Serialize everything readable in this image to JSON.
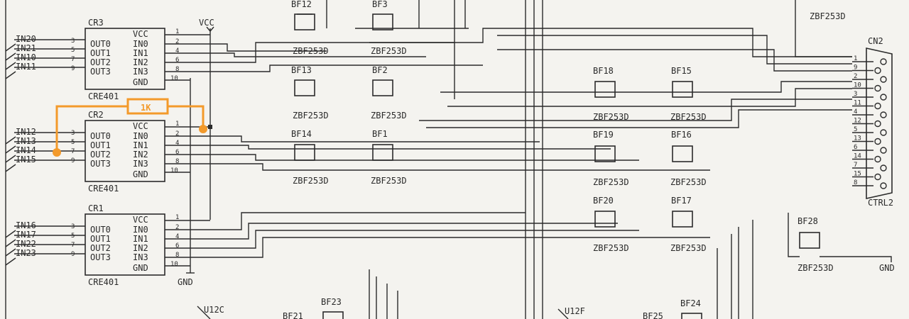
{
  "power": {
    "vcc": "VCC",
    "gnd": "GND"
  },
  "chips": [
    {
      "ref": "CR3",
      "part": "CRE401",
      "inputs": [
        "IN20",
        "IN21",
        "IN10",
        "IN11"
      ],
      "in_pins": [
        "3",
        "5",
        "7",
        "9"
      ],
      "left_labels": [
        "OUT0",
        "OUT1",
        "OUT2",
        "OUT3"
      ],
      "right_labels": [
        "VCC",
        "IN0",
        "IN1",
        "IN2",
        "IN3",
        "GND"
      ],
      "right_pins": [
        "1",
        "2",
        "4",
        "6",
        "8",
        "10"
      ]
    },
    {
      "ref": "CR2",
      "part": "CRE401",
      "inputs": [
        "IN12",
        "IN13",
        "IN14",
        "IN15"
      ],
      "in_pins": [
        "3",
        "5",
        "7",
        "9"
      ],
      "left_labels": [
        "OUT0",
        "OUT1",
        "OUT2",
        "OUT3"
      ],
      "right_labels": [
        "VCC",
        "IN0",
        "IN1",
        "IN2",
        "IN3",
        "GND"
      ],
      "right_pins": [
        "1",
        "2",
        "4",
        "6",
        "8",
        "10"
      ]
    },
    {
      "ref": "CR1",
      "part": "CRE401",
      "inputs": [
        "IN16",
        "IN17",
        "IN22",
        "IN23"
      ],
      "in_pins": [
        "3",
        "5",
        "7",
        "9"
      ],
      "left_labels": [
        "OUT0",
        "OUT1",
        "OUT2",
        "OUT3"
      ],
      "right_labels": [
        "VCC",
        "IN0",
        "IN1",
        "IN2",
        "IN3",
        "GND"
      ],
      "right_pins": [
        "1",
        "2",
        "4",
        "6",
        "8",
        "10"
      ]
    }
  ],
  "resistor": {
    "value": "1K",
    "color": "#f39a2b"
  },
  "beads": [
    {
      "ref": "BF12",
      "part": "ZBF253D"
    },
    {
      "ref": "BF3",
      "part": "ZBF253D"
    },
    {
      "ref": "BF13",
      "part": "ZBF253D"
    },
    {
      "ref": "BF2",
      "part": "ZBF253D"
    },
    {
      "ref": "BF14",
      "part": "ZBF253D"
    },
    {
      "ref": "BF1",
      "part": "ZBF253D"
    },
    {
      "ref": "BF18",
      "part": "ZBF253D"
    },
    {
      "ref": "BF15",
      "part": "ZBF253D"
    },
    {
      "ref": "BF19",
      "part": "ZBF253D"
    },
    {
      "ref": "BF16",
      "part": "ZBF253D"
    },
    {
      "ref": "BF20",
      "part": "ZBF253D"
    },
    {
      "ref": "BF17",
      "part": "ZBF253D"
    },
    {
      "ref": "BF28",
      "part": "ZBF253D"
    },
    {
      "ref": "BF23",
      "part": ""
    },
    {
      "ref": "BF24",
      "part": ""
    }
  ],
  "top_right_part": "ZBF253D",
  "connector": {
    "ref": "CN2",
    "name": "CTRL2",
    "pins": [
      "1",
      "9",
      "2",
      "10",
      "3",
      "11",
      "4",
      "12",
      "5",
      "13",
      "6",
      "14",
      "7",
      "15",
      "8"
    ]
  },
  "misc": {
    "u12c": "U12C",
    "u12f": "U12F",
    "gnd_right": "GND",
    "partial_left": "BF21",
    "partial_right": "BF25"
  }
}
